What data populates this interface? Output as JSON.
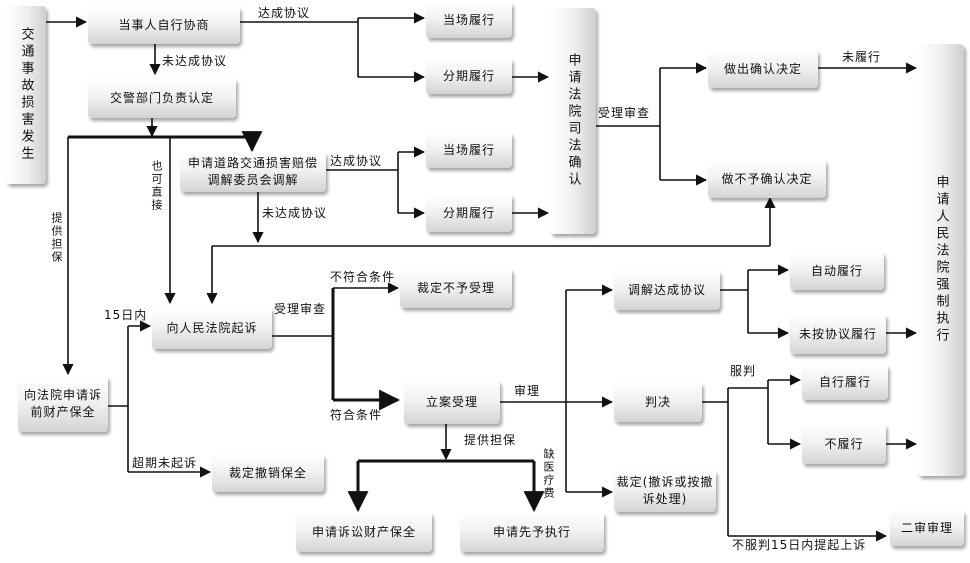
{
  "nodes": {
    "accident": "交通事故损害发生",
    "negotiate": "当事人自行协商",
    "police": "交警部门负责认定",
    "mediation": "申请道路交通损害赔偿调解委员会调解",
    "perform_spot_1": "当场履行",
    "perform_installment_1": "分期履行",
    "perform_spot_2": "当场履行",
    "perform_installment_2": "分期履行",
    "judicial_confirm": "申请法院司法确认",
    "confirm_decision": "做出确认决定",
    "no_confirm_decision": "做不予确认决定",
    "enforcement": "申请人民法院强制执行",
    "sue": "向人民法院起诉",
    "preservation": "向法院申请诉前财产保全",
    "reject_ruling": "裁定不予受理",
    "filing": "立案受理",
    "revoke_preservation": "裁定撤销保全",
    "litigation_preservation": "申请诉讼财产保全",
    "advance_execution": "申请先予执行",
    "mediation_agreement": "调解达成协议",
    "auto_perform": "自动履行",
    "not_perform_agreement": "未按协议履行",
    "judgment": "判决",
    "self_perform": "自行履行",
    "not_perform": "不履行",
    "ruling_withdraw": "裁定(撤诉或按撤诉处理)",
    "second_instance": "二审审理"
  },
  "edge_labels": {
    "agreement_1": "达成协议",
    "no_agreement_1": "未达成协议",
    "accept_review_1": "受理审查",
    "not_performed": "未履行",
    "agreement_2": "达成协议",
    "no_agreement_2": "未达成协议",
    "may_directly": "也可直接",
    "provide_guarantee_1": "提供担保",
    "within_15_days": "15日内",
    "accept_review_2": "受理审查",
    "not_meet": "不符合条件",
    "meet": "符合条件",
    "trial": "审理",
    "overdue_no_suit": "超期未起诉",
    "provide_guarantee_2": "提供担保",
    "lack_medical": "缺医疗费",
    "accept_judgment": "服判",
    "appeal": "不服判15日内提起上诉"
  }
}
